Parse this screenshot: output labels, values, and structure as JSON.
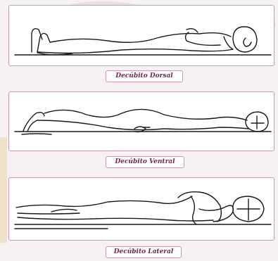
{
  "figures": [
    {
      "id": "dorsal",
      "caption": "Decúbito Dorsal"
    },
    {
      "id": "ventral",
      "caption": "Decúbito Ventral"
    },
    {
      "id": "lateral",
      "caption": "Decúbito Lateral"
    }
  ],
  "colors": {
    "panel_border": "#c99ab2",
    "caption_text": "#7a2550",
    "line": "#1a1a1a",
    "background": "#f6f1f3"
  }
}
